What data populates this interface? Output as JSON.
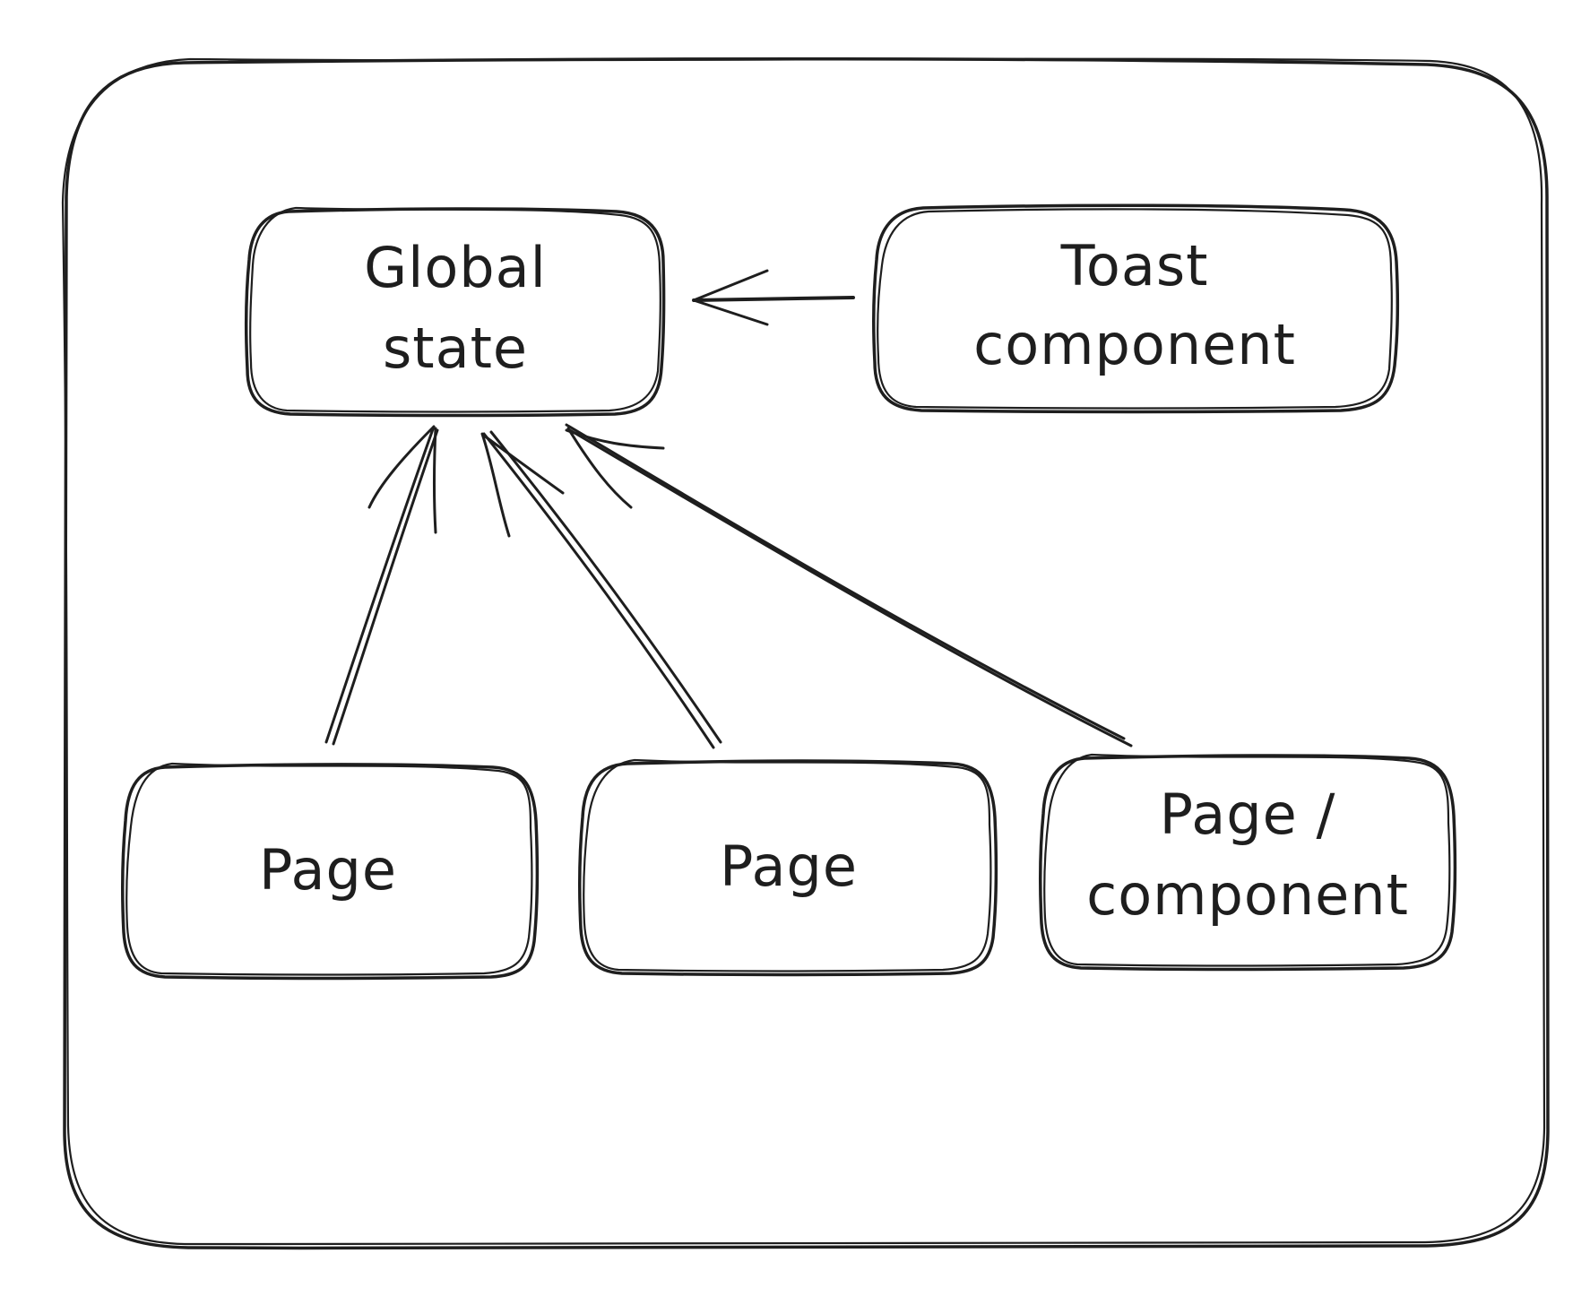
{
  "diagram": {
    "stroke_color": "#1e1e1e",
    "background": "#ffffff",
    "nodes": [
      {
        "id": "global-state",
        "lines": [
          "Global",
          "state"
        ]
      },
      {
        "id": "toast-component",
        "lines": [
          "Toast",
          "component"
        ]
      },
      {
        "id": "page-1",
        "lines": [
          "Page"
        ]
      },
      {
        "id": "page-2",
        "lines": [
          "Page"
        ]
      },
      {
        "id": "page-component",
        "lines": [
          "Page /",
          "component"
        ]
      }
    ],
    "edges": [
      {
        "from": "toast-component",
        "to": "global-state"
      },
      {
        "from": "page-1",
        "to": "global-state"
      },
      {
        "from": "page-2",
        "to": "global-state"
      },
      {
        "from": "page-component",
        "to": "global-state"
      }
    ]
  }
}
